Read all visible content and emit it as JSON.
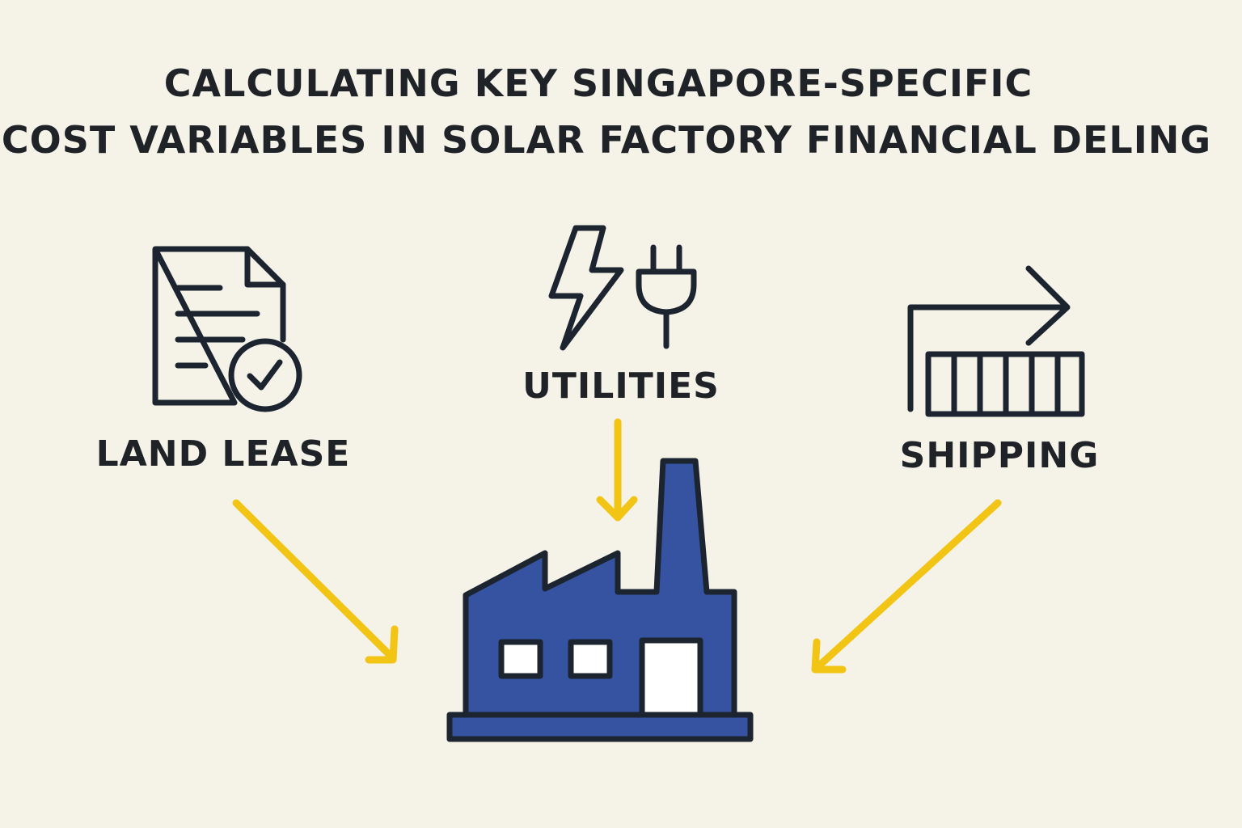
{
  "title": {
    "line1": "CALCULATING KEY SINGAPORE-SPECIFIC",
    "line2": "COST VARIABLES IN SOLAR FACTORY FINANCIAL DELING"
  },
  "factors": [
    {
      "label": "LAND LEASE",
      "icon": "document-check-icon"
    },
    {
      "label": "UTILITIES",
      "icon": "lightning-plug-icon"
    },
    {
      "label": "SHIPPING",
      "icon": "shipping-container-arrow-icon"
    }
  ],
  "center": {
    "icon": "factory-icon"
  },
  "colors": {
    "background": "#f5f2e8",
    "text": "#1f2328",
    "arrow": "#f2c414",
    "factory": "#3553a0",
    "outline": "#1c2430",
    "window": "#ffffff"
  }
}
